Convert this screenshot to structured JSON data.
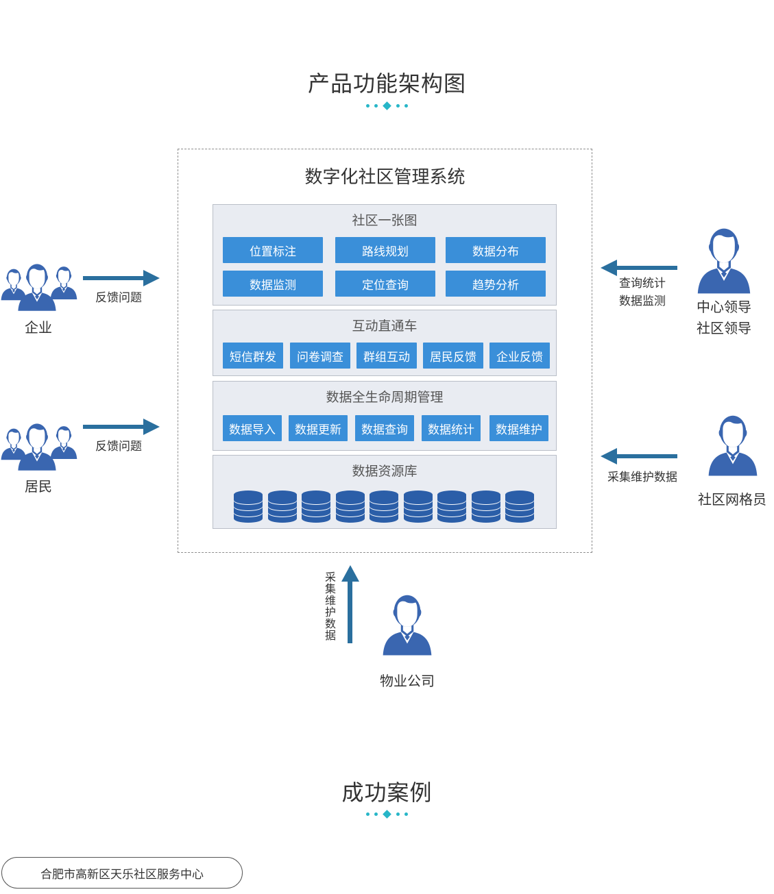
{
  "section1": {
    "title": "产品功能架构图"
  },
  "system": {
    "title": "数字化社区管理系统",
    "layers": [
      {
        "title": "社区一张图",
        "modules": [
          "位置标注",
          "路线规划",
          "数据分布",
          "数据监测",
          "定位查询",
          "趋势分析"
        ]
      },
      {
        "title": "互动直通车",
        "modules": [
          "短信群发",
          "问卷调查",
          "群组互动",
          "居民反馈",
          "企业反馈"
        ]
      },
      {
        "title": "数据全生命周期管理",
        "modules": [
          "数据导入",
          "数据更新",
          "数据查询",
          "数据统计",
          "数据维护"
        ]
      },
      {
        "title": "数据资源库",
        "database_count": 9
      }
    ]
  },
  "actors": {
    "enterprise": {
      "label": "企业",
      "arrow_label": "反馈问题"
    },
    "resident": {
      "label": "居民",
      "arrow_label": "反馈问题"
    },
    "leaders": {
      "label_line1": "中心领导",
      "label_line2": "社区领导",
      "arrow_label_line1": "查询统计",
      "arrow_label_line2": "数据监测"
    },
    "grid_worker": {
      "label": "社区网格员",
      "arrow_label": "采集维护数据"
    },
    "property": {
      "label": "物业公司",
      "arrow_label": "采集维护数据"
    }
  },
  "section2": {
    "title": "成功案例",
    "case_tab": "合肥市高新区天乐社区服务中心"
  },
  "colors": {
    "accent": "#27b6c8",
    "module_blue": "#3a8fd9",
    "person_blue": "#3a66b0",
    "arrow_blue": "#2a6f9e",
    "panel_bg": "#e9ecf2"
  }
}
